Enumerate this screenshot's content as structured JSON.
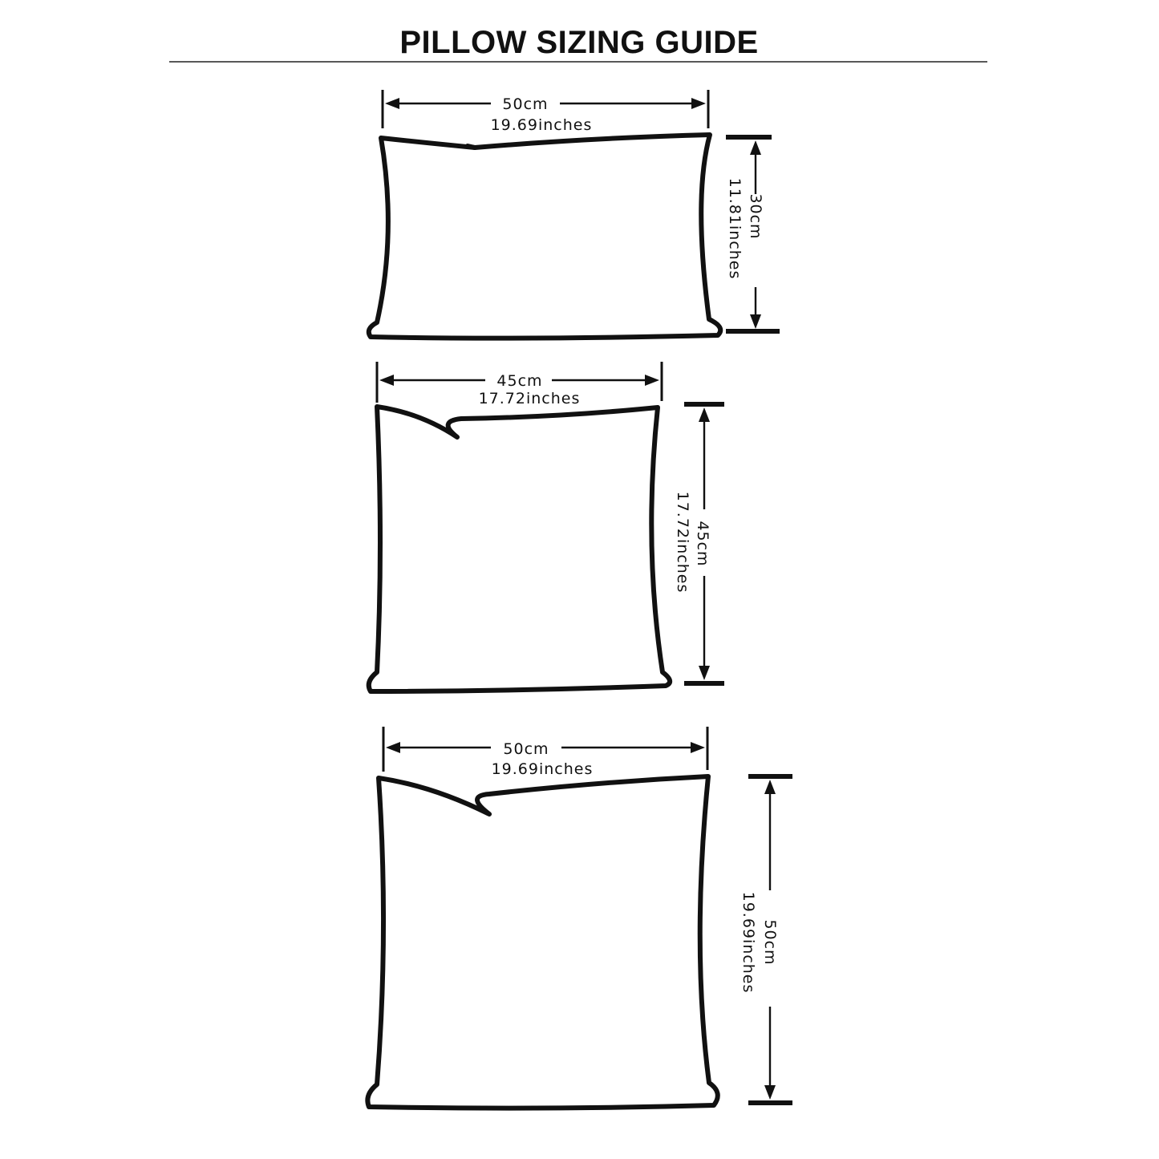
{
  "title": "PILLOW SIZING GUIDE",
  "pillows": [
    {
      "id": "pillow-30x50",
      "width": {
        "cm": "50cm",
        "inches": "19.69inches"
      },
      "height": {
        "cm": "30cm",
        "inches": "11.81inches"
      }
    },
    {
      "id": "pillow-45x45",
      "width": {
        "cm": "45cm",
        "inches": "17.72inches"
      },
      "height": {
        "cm": "45cm",
        "inches": "17.72inches"
      }
    },
    {
      "id": "pillow-50x50",
      "width": {
        "cm": "50cm",
        "inches": "19.69inches"
      },
      "height": {
        "cm": "50cm",
        "inches": "19.69inches"
      }
    }
  ]
}
